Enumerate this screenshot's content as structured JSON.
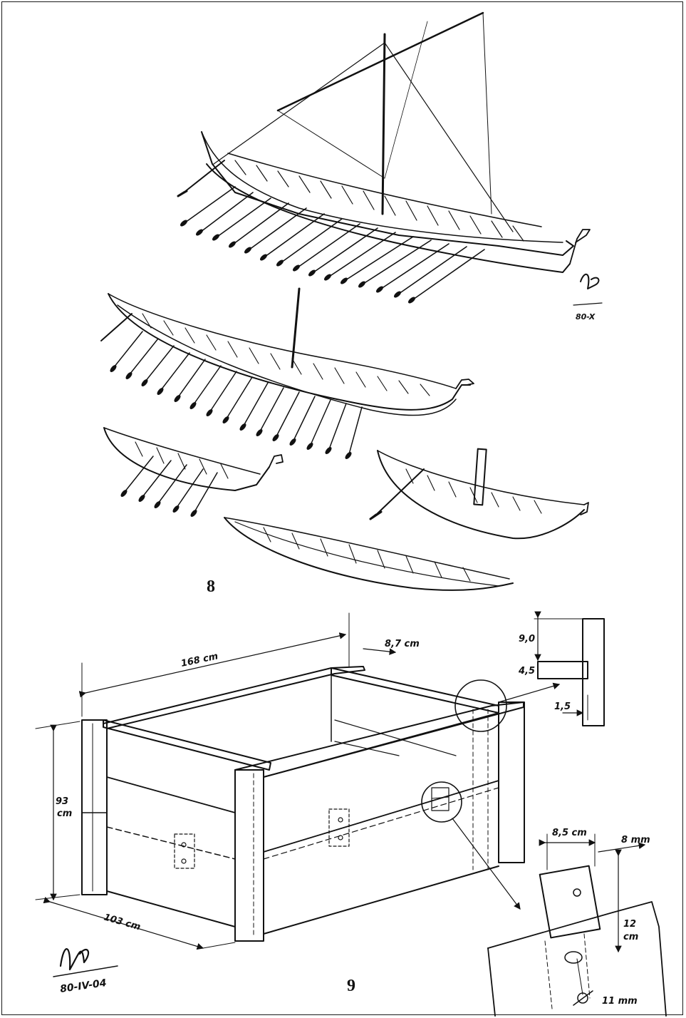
{
  "figures": {
    "fig8": {
      "number": "8"
    },
    "fig9": {
      "number": "9"
    }
  },
  "signatures": {
    "fig8_date": "80-X",
    "fig9_date": "80-IV-04"
  },
  "dimensions": {
    "length": "168 cm",
    "depth": "103 cm",
    "height_value": "93",
    "height_unit": "cm",
    "plank_top": "8,7 cm",
    "detail_gap": "9,0",
    "detail_beam": "4,5",
    "detail_thickness": "1,5",
    "detail_width": "8,5 cm",
    "detail_plate": "8 mm",
    "detail_height_value": "12",
    "detail_height_unit": "cm",
    "detail_pin": "11 mm"
  },
  "colors": {
    "ink": "#111111",
    "paper": "#ffffff"
  }
}
